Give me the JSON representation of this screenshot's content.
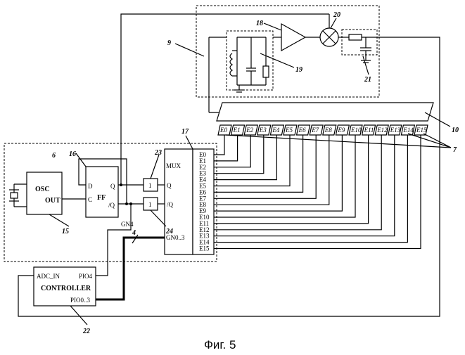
{
  "caption": "Фиг. 5",
  "refs": {
    "r6": "6",
    "r7": "7",
    "r9": "9",
    "r10": "10",
    "r15": "15",
    "r16": "16",
    "r17": "17",
    "r18": "18",
    "r19": "19",
    "r20": "20",
    "r21": "21",
    "r22": "22",
    "r23": "23",
    "r24": "24",
    "r4": "4"
  },
  "osc": {
    "title": "OSC",
    "out": "OUT"
  },
  "ff": {
    "title": "FF",
    "d": "D",
    "c": "C",
    "q": "Q",
    "nq": "/Q"
  },
  "buffers": {
    "one_a": "1",
    "one_b": "1",
    "q": "Q",
    "nq": "/Q"
  },
  "mux": {
    "title": "MUX",
    "gn": "GN0..3",
    "gn4": "GN4",
    "pins": [
      "E0",
      "E1",
      "E2",
      "E3",
      "E4",
      "E5",
      "E6",
      "E7",
      "E8",
      "E9",
      "E10",
      "E11",
      "E12",
      "E13",
      "E14",
      "E15"
    ]
  },
  "electrodes": [
    "E0",
    "E1",
    "E2",
    "E3",
    "E4",
    "E5",
    "E6",
    "E7",
    "E8",
    "E9",
    "E10",
    "E11",
    "E12",
    "E13",
    "E14",
    "E15"
  ],
  "controller": {
    "title": "CONTROLLER",
    "adc": "ADC_IN",
    "pio4": "PIO4",
    "pio03": "PIO0..3"
  }
}
